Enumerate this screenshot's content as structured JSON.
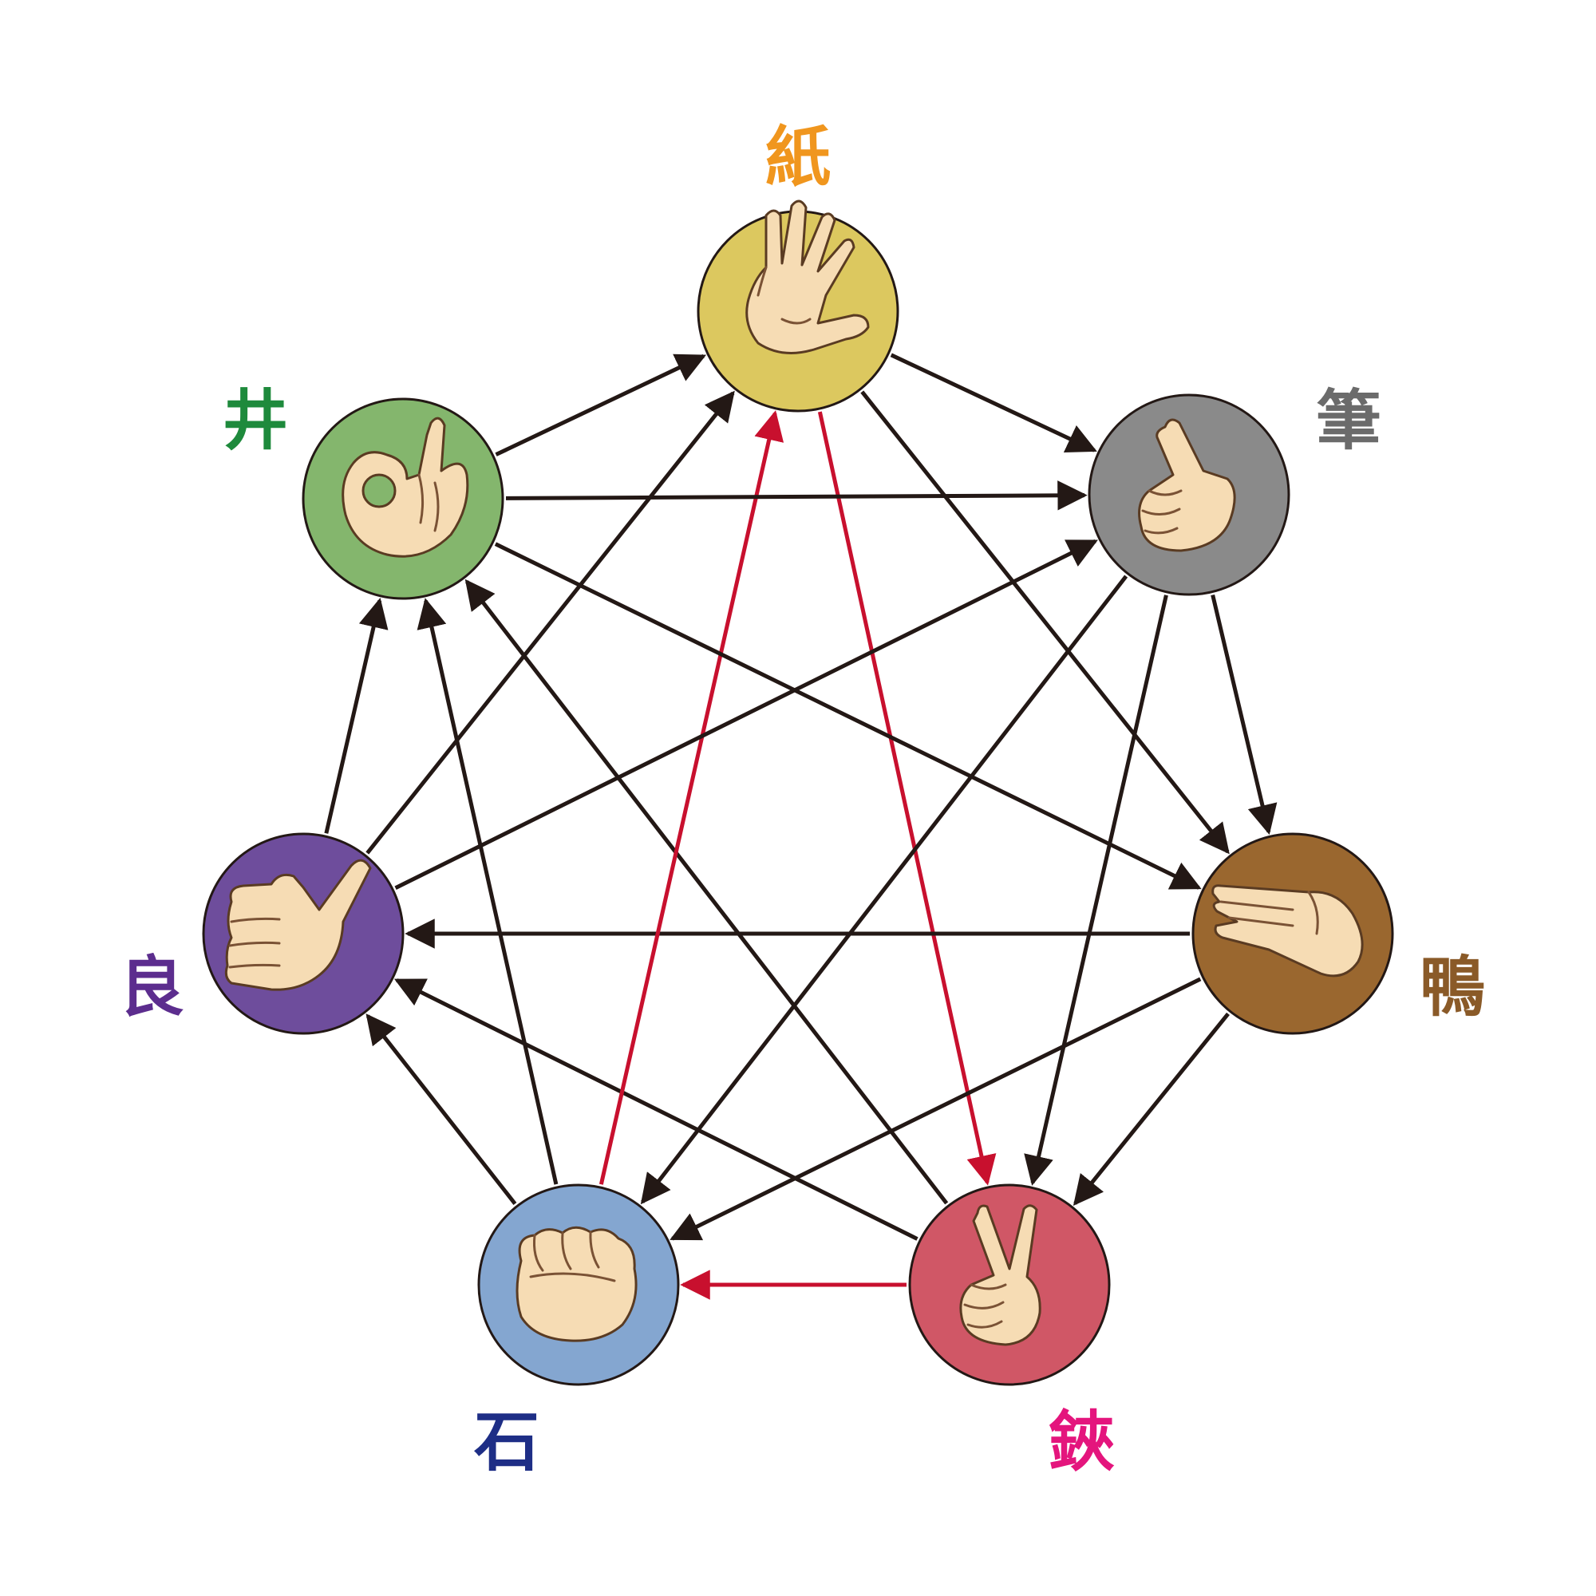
{
  "nodes": [
    {
      "id": "paper",
      "label": "紙",
      "color": "#dcc85f",
      "label_color": "#f0961e",
      "icon": "open-palm-hand-icon"
    },
    {
      "id": "pencil",
      "label": "筆",
      "color": "#8a8a8a",
      "label_color": "#6b6b6b",
      "icon": "index-finger-point-hand-icon"
    },
    {
      "id": "duck",
      "label": "鴨",
      "color": "#9a672f",
      "label_color": "#8a5a28",
      "icon": "flat-hand-icon"
    },
    {
      "id": "scissors",
      "label": "鋏",
      "color": "#d05766",
      "label_color": "#e4157d",
      "icon": "v-sign-hand-icon"
    },
    {
      "id": "rock",
      "label": "石",
      "color": "#84a6d0",
      "label_color": "#1e2e86",
      "icon": "fist-hand-icon"
    },
    {
      "id": "good",
      "label": "良",
      "color": "#6e4d9c",
      "label_color": "#5c2d8e",
      "icon": "thumbs-up-hand-icon"
    },
    {
      "id": "well",
      "label": "井",
      "color": "#84b66d",
      "label_color": "#1e8a3c",
      "icon": "ok-sign-hand-icon"
    }
  ],
  "edges": [
    {
      "from": "paper",
      "to": "pencil",
      "color": "#231815"
    },
    {
      "from": "paper",
      "to": "duck",
      "color": "#231815"
    },
    {
      "from": "paper",
      "to": "scissors",
      "color": "#c8102e"
    },
    {
      "from": "pencil",
      "to": "duck",
      "color": "#231815"
    },
    {
      "from": "pencil",
      "to": "scissors",
      "color": "#231815"
    },
    {
      "from": "pencil",
      "to": "rock",
      "color": "#231815"
    },
    {
      "from": "duck",
      "to": "scissors",
      "color": "#231815"
    },
    {
      "from": "duck",
      "to": "rock",
      "color": "#231815"
    },
    {
      "from": "duck",
      "to": "good",
      "color": "#231815"
    },
    {
      "from": "scissors",
      "to": "rock",
      "color": "#c8102e"
    },
    {
      "from": "scissors",
      "to": "good",
      "color": "#231815"
    },
    {
      "from": "scissors",
      "to": "well",
      "color": "#231815"
    },
    {
      "from": "rock",
      "to": "good",
      "color": "#231815"
    },
    {
      "from": "rock",
      "to": "well",
      "color": "#231815"
    },
    {
      "from": "rock",
      "to": "paper",
      "color": "#c8102e"
    },
    {
      "from": "good",
      "to": "well",
      "color": "#231815"
    },
    {
      "from": "good",
      "to": "paper",
      "color": "#231815"
    },
    {
      "from": "good",
      "to": "pencil",
      "color": "#231815"
    },
    {
      "from": "well",
      "to": "paper",
      "color": "#231815"
    },
    {
      "from": "well",
      "to": "pencil",
      "color": "#231815"
    },
    {
      "from": "well",
      "to": "duck",
      "color": "#231815"
    }
  ]
}
